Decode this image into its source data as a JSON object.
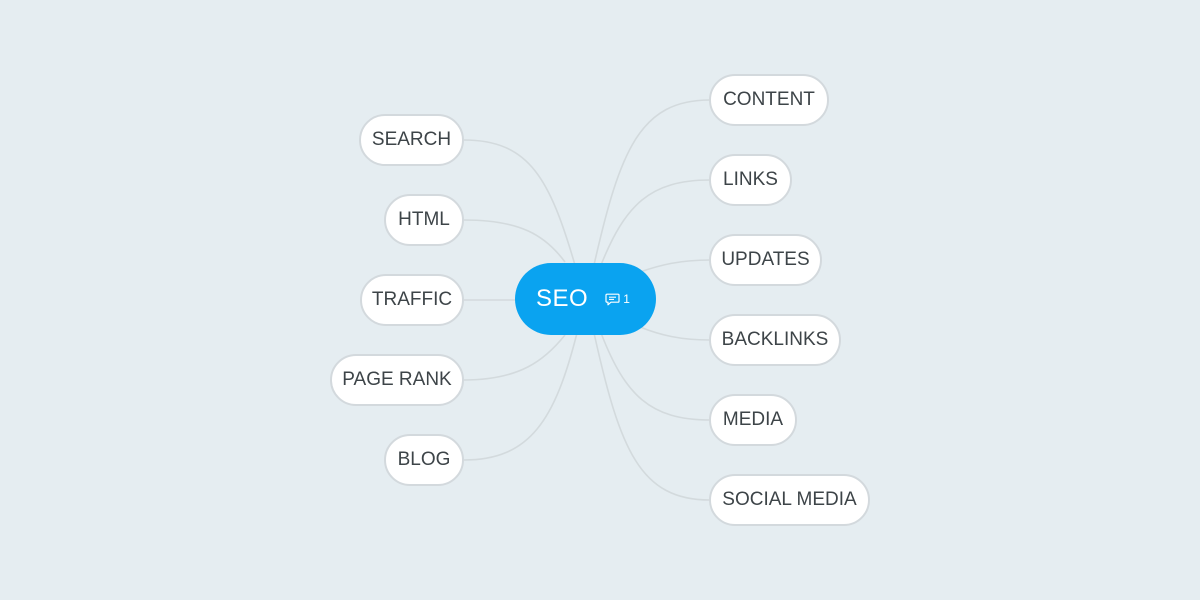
{
  "mindmap": {
    "root": {
      "label": "SEO",
      "comment_icon": "comment-icon",
      "comment_count": "1",
      "color": "#0aa3f0"
    },
    "left": [
      "SEARCH",
      "HTML",
      "TRAFFIC",
      "PAGE RANK",
      "BLOG"
    ],
    "right": [
      "CONTENT",
      "LINKS",
      "UPDATES",
      "BACKLINKS",
      "MEDIA",
      "SOCIAL MEDIA"
    ],
    "colors": {
      "background": "#e5edf1",
      "node_border": "#d3d9dd",
      "connector": "#d3dadd",
      "node_text": "#3d4448"
    }
  }
}
